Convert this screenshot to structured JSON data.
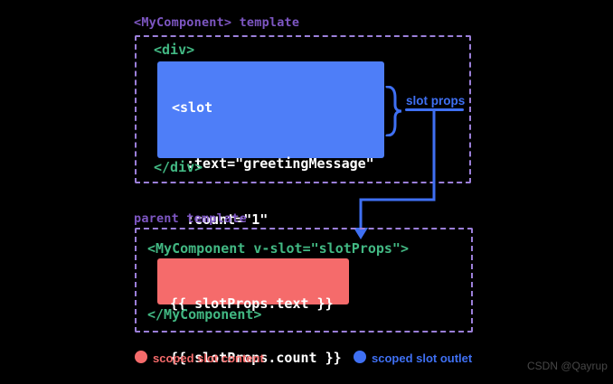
{
  "component_template": {
    "title": "<MyComponent> template",
    "div_open": "<div>",
    "slot_line_1": "<slot",
    "slot_line_2": ":text=\"greetingMessage\"",
    "slot_line_3": ":count=\"1\"",
    "slot_line_4": "/>",
    "div_close": "</div>",
    "brace": "}",
    "annotation": "slot props"
  },
  "parent_template": {
    "title": "parent template",
    "open_tag": "<MyComponent v-slot=\"slotProps\">",
    "content_line_1": "{{ slotProps.text }}",
    "content_line_2": "{{ slotProps.count }}",
    "close_tag": "</MyComponent>"
  },
  "legend": {
    "content_label": "scoped slot content",
    "outlet_label": "scoped slot outlet"
  },
  "watermark": "CSDN @Qayrup",
  "colors": {
    "background": "#000000",
    "template_label_purple": "#7d56c2",
    "dashed_border_purple": "#9b7fd9",
    "code_green": "#42b883",
    "slot_outlet_blue": "#4e7ef8",
    "accent_blue": "#3f70f3",
    "slot_content_red": "#f56b6b",
    "code_text_white": "#ffffff",
    "watermark_gray": "#474747"
  }
}
